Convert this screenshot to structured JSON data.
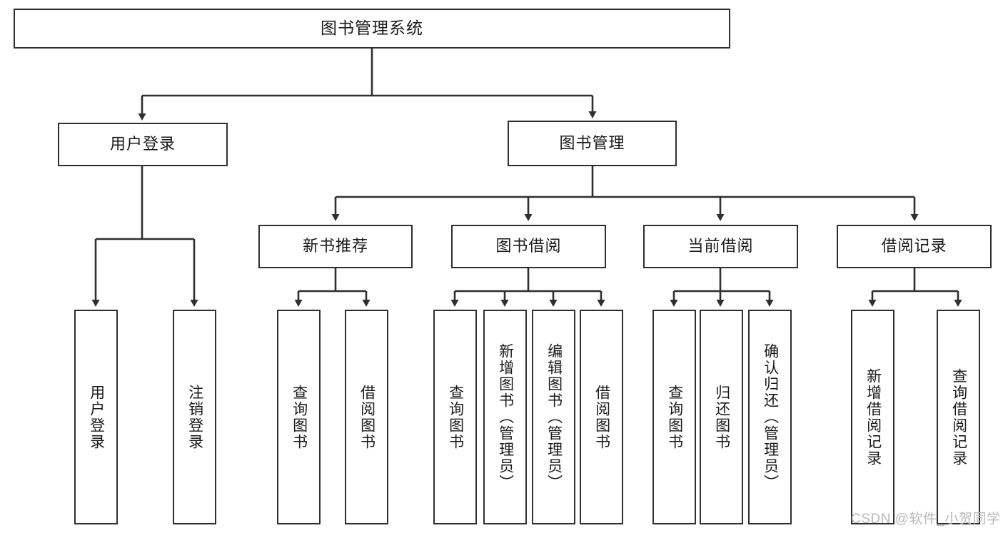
{
  "diagram": {
    "type": "tree-hierarchy",
    "title": "图书管理系统",
    "colors": {
      "stroke": "#2f2f2f",
      "fill": "#ffffff",
      "text": "#1a1a1a",
      "watermark": "#b9b9b9",
      "background": "#ffffff"
    },
    "root": {
      "label": "图书管理系统"
    },
    "level1": [
      {
        "id": "user-login",
        "label": "用户登录"
      },
      {
        "id": "book-manage",
        "label": "图书管理"
      }
    ],
    "level2": [
      {
        "id": "new-book-recommend",
        "label": "新书推荐",
        "parent": "book-manage"
      },
      {
        "id": "book-borrow",
        "label": "图书借阅",
        "parent": "book-manage"
      },
      {
        "id": "current-borrow",
        "label": "当前借阅",
        "parent": "book-manage"
      },
      {
        "id": "borrow-record",
        "label": "借阅记录",
        "parent": "book-manage"
      }
    ],
    "leaves": {
      "user-login": [
        {
          "id": "leaf-user-login",
          "label": "用户登录"
        },
        {
          "id": "leaf-user-logout",
          "label": "注销登录"
        }
      ],
      "new-book-recommend": [
        {
          "id": "leaf-query-book-1",
          "label": "查询图书"
        },
        {
          "id": "leaf-borrow-book-1",
          "label": "借阅图书"
        }
      ],
      "book-borrow": [
        {
          "id": "leaf-query-book-2",
          "label": "查询图书"
        },
        {
          "id": "leaf-add-book",
          "label": "新增图书（管理员）"
        },
        {
          "id": "leaf-edit-book",
          "label": "编辑图书（管理员）"
        },
        {
          "id": "leaf-borrow-book-2",
          "label": "借阅图书"
        }
      ],
      "current-borrow": [
        {
          "id": "leaf-query-book-3",
          "label": "查询图书"
        },
        {
          "id": "leaf-return-book",
          "label": "归还图书"
        },
        {
          "id": "leaf-confirm-return",
          "label": "确认归还（管理员）"
        }
      ],
      "borrow-record": [
        {
          "id": "leaf-add-record",
          "label": "新增借阅记录"
        },
        {
          "id": "leaf-query-record",
          "label": "查询借阅记录"
        }
      ]
    }
  },
  "watermark": {
    "text": "CSDN @软件_小贺同学"
  }
}
